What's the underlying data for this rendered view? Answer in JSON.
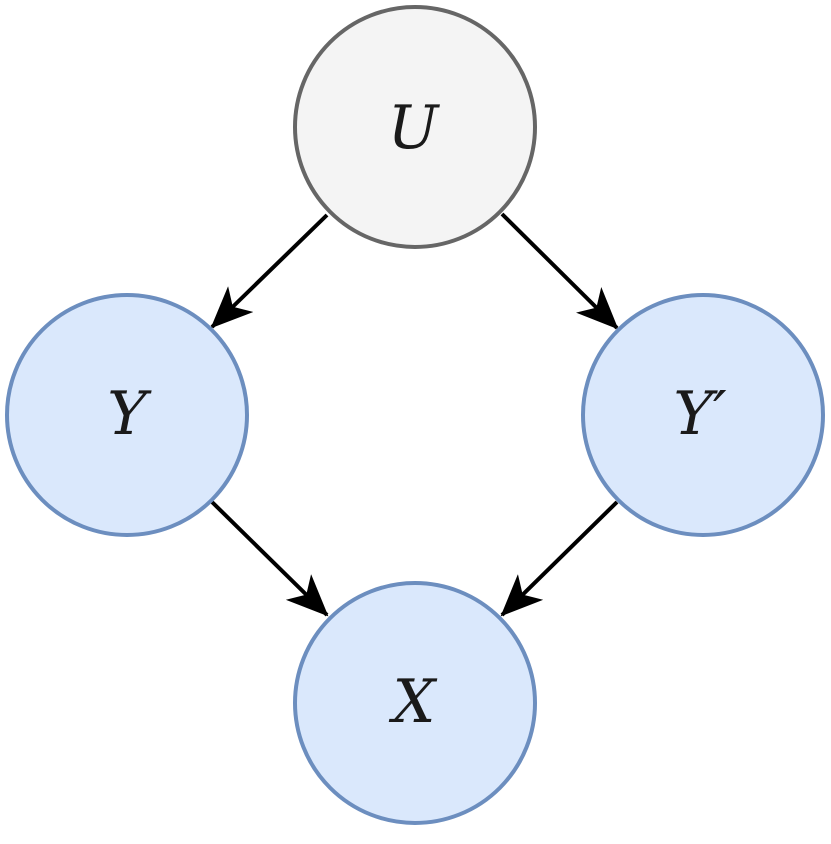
{
  "diagram": {
    "nodes": {
      "u": {
        "label": "U",
        "fill": "#f4f4f4",
        "stroke": "#666666",
        "role": "latent"
      },
      "y": {
        "label": "Y",
        "fill": "#dae8fc",
        "stroke": "#6c8ebf",
        "role": "observed"
      },
      "yprime": {
        "label": "Y′",
        "fill": "#dae8fc",
        "stroke": "#6c8ebf",
        "role": "observed"
      },
      "x": {
        "label": "X",
        "fill": "#dae8fc",
        "stroke": "#6c8ebf",
        "role": "observed"
      }
    },
    "edges": [
      {
        "from": "U",
        "to": "Y"
      },
      {
        "from": "U",
        "to": "Y′"
      },
      {
        "from": "Y",
        "to": "X"
      },
      {
        "from": "Y′",
        "to": "X"
      }
    ],
    "edge_color": "#000000"
  }
}
